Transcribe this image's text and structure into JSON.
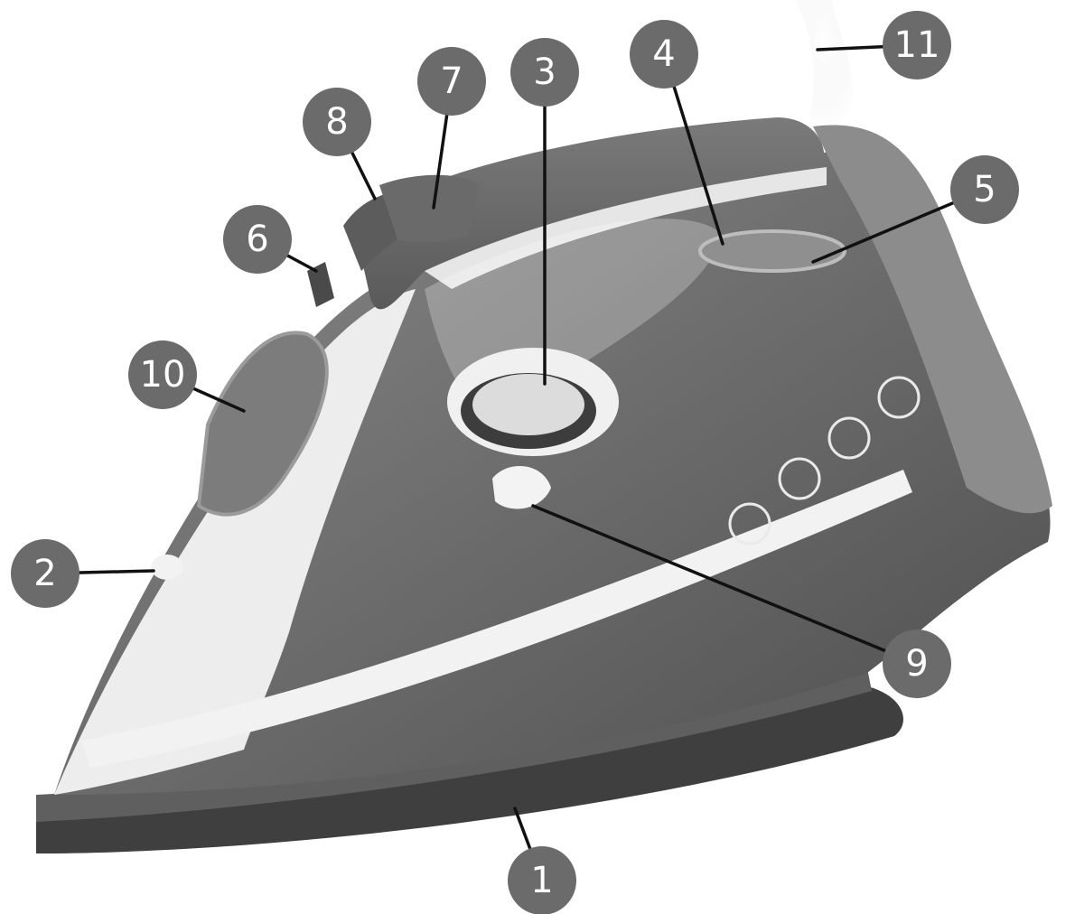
{
  "callouts": [
    {
      "id": "1",
      "label": "1"
    },
    {
      "id": "2",
      "label": "2"
    },
    {
      "id": "3",
      "label": "3"
    },
    {
      "id": "4",
      "label": "4"
    },
    {
      "id": "5",
      "label": "5"
    },
    {
      "id": "6",
      "label": "6"
    },
    {
      "id": "7",
      "label": "7"
    },
    {
      "id": "8",
      "label": "8"
    },
    {
      "id": "9",
      "label": "9"
    },
    {
      "id": "10",
      "label": "10"
    },
    {
      "id": "11",
      "label": "11"
    }
  ],
  "colors": {
    "badge": "#6b6b6b",
    "body_dark": "#5a5a5a",
    "body_mid": "#7d7d7d",
    "accent_light": "#ececec",
    "soleplate": "#3f3f3f"
  }
}
